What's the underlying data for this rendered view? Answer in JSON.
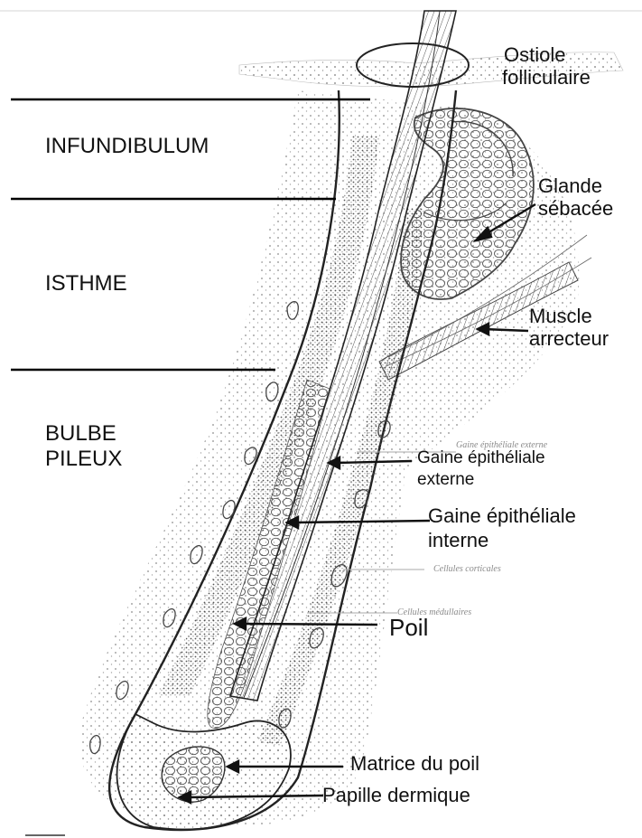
{
  "regions": {
    "infundibulum": "INFUNDIBULUM",
    "isthme": "ISTHME",
    "bulbe_line1": "BULBE",
    "bulbe_line2": "PILEUX"
  },
  "structures": {
    "ostiole_line1": "Ostiole",
    "ostiole_line2": "folliculaire",
    "glande_line1": "Glande",
    "glande_line2": "sébacée",
    "muscle_line1": "Muscle",
    "muscle_line2": "arrecteur",
    "gaine_ext_line1": "Gaine épithéliale",
    "gaine_ext_line2": "externe",
    "gaine_int_line1": "Gaine épithéliale",
    "gaine_int_line2": "interne",
    "poil": "Poil",
    "matrice": "Matrice du poil",
    "papille": "Papille dermique"
  },
  "faint_labels": {
    "gaine_ext": "Gaine épithéliale externe",
    "corticales": "Cellules corticales",
    "medullaires": "Cellules médullaires"
  }
}
